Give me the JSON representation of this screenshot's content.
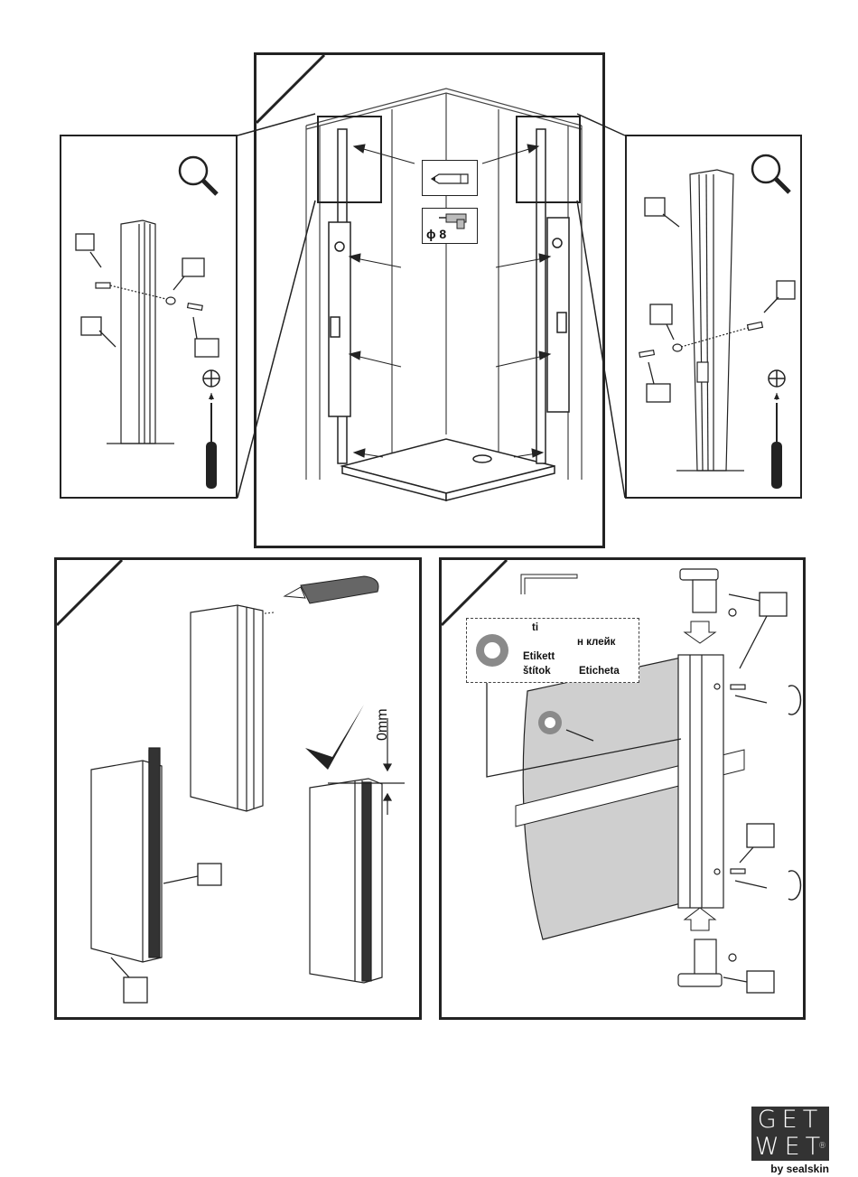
{
  "step_b": {
    "drill_size": "ϕ 8"
  },
  "step_d": {
    "dimension": "0mm"
  },
  "step_e": {
    "label_text": {
      "line1": "ti",
      "line2": "н клейк",
      "line3_left": "Etikett",
      "line4_left": "štítok",
      "line4_right": "Eticheta"
    }
  },
  "logo": {
    "line1": "GET",
    "line2": "WET",
    "registered": "®",
    "tagline": "by sealskin"
  },
  "icons": [
    "magnifier-icon",
    "pencil-icon",
    "drill-icon",
    "screwdriver-icon",
    "phillips-icon",
    "knife-icon",
    "checkmark-icon",
    "hex-key-icon",
    "rotate-arrow-icon"
  ],
  "colors": {
    "line": "#222222",
    "glass": "#cfcfcf",
    "label-grey": "#8a8a8a"
  }
}
